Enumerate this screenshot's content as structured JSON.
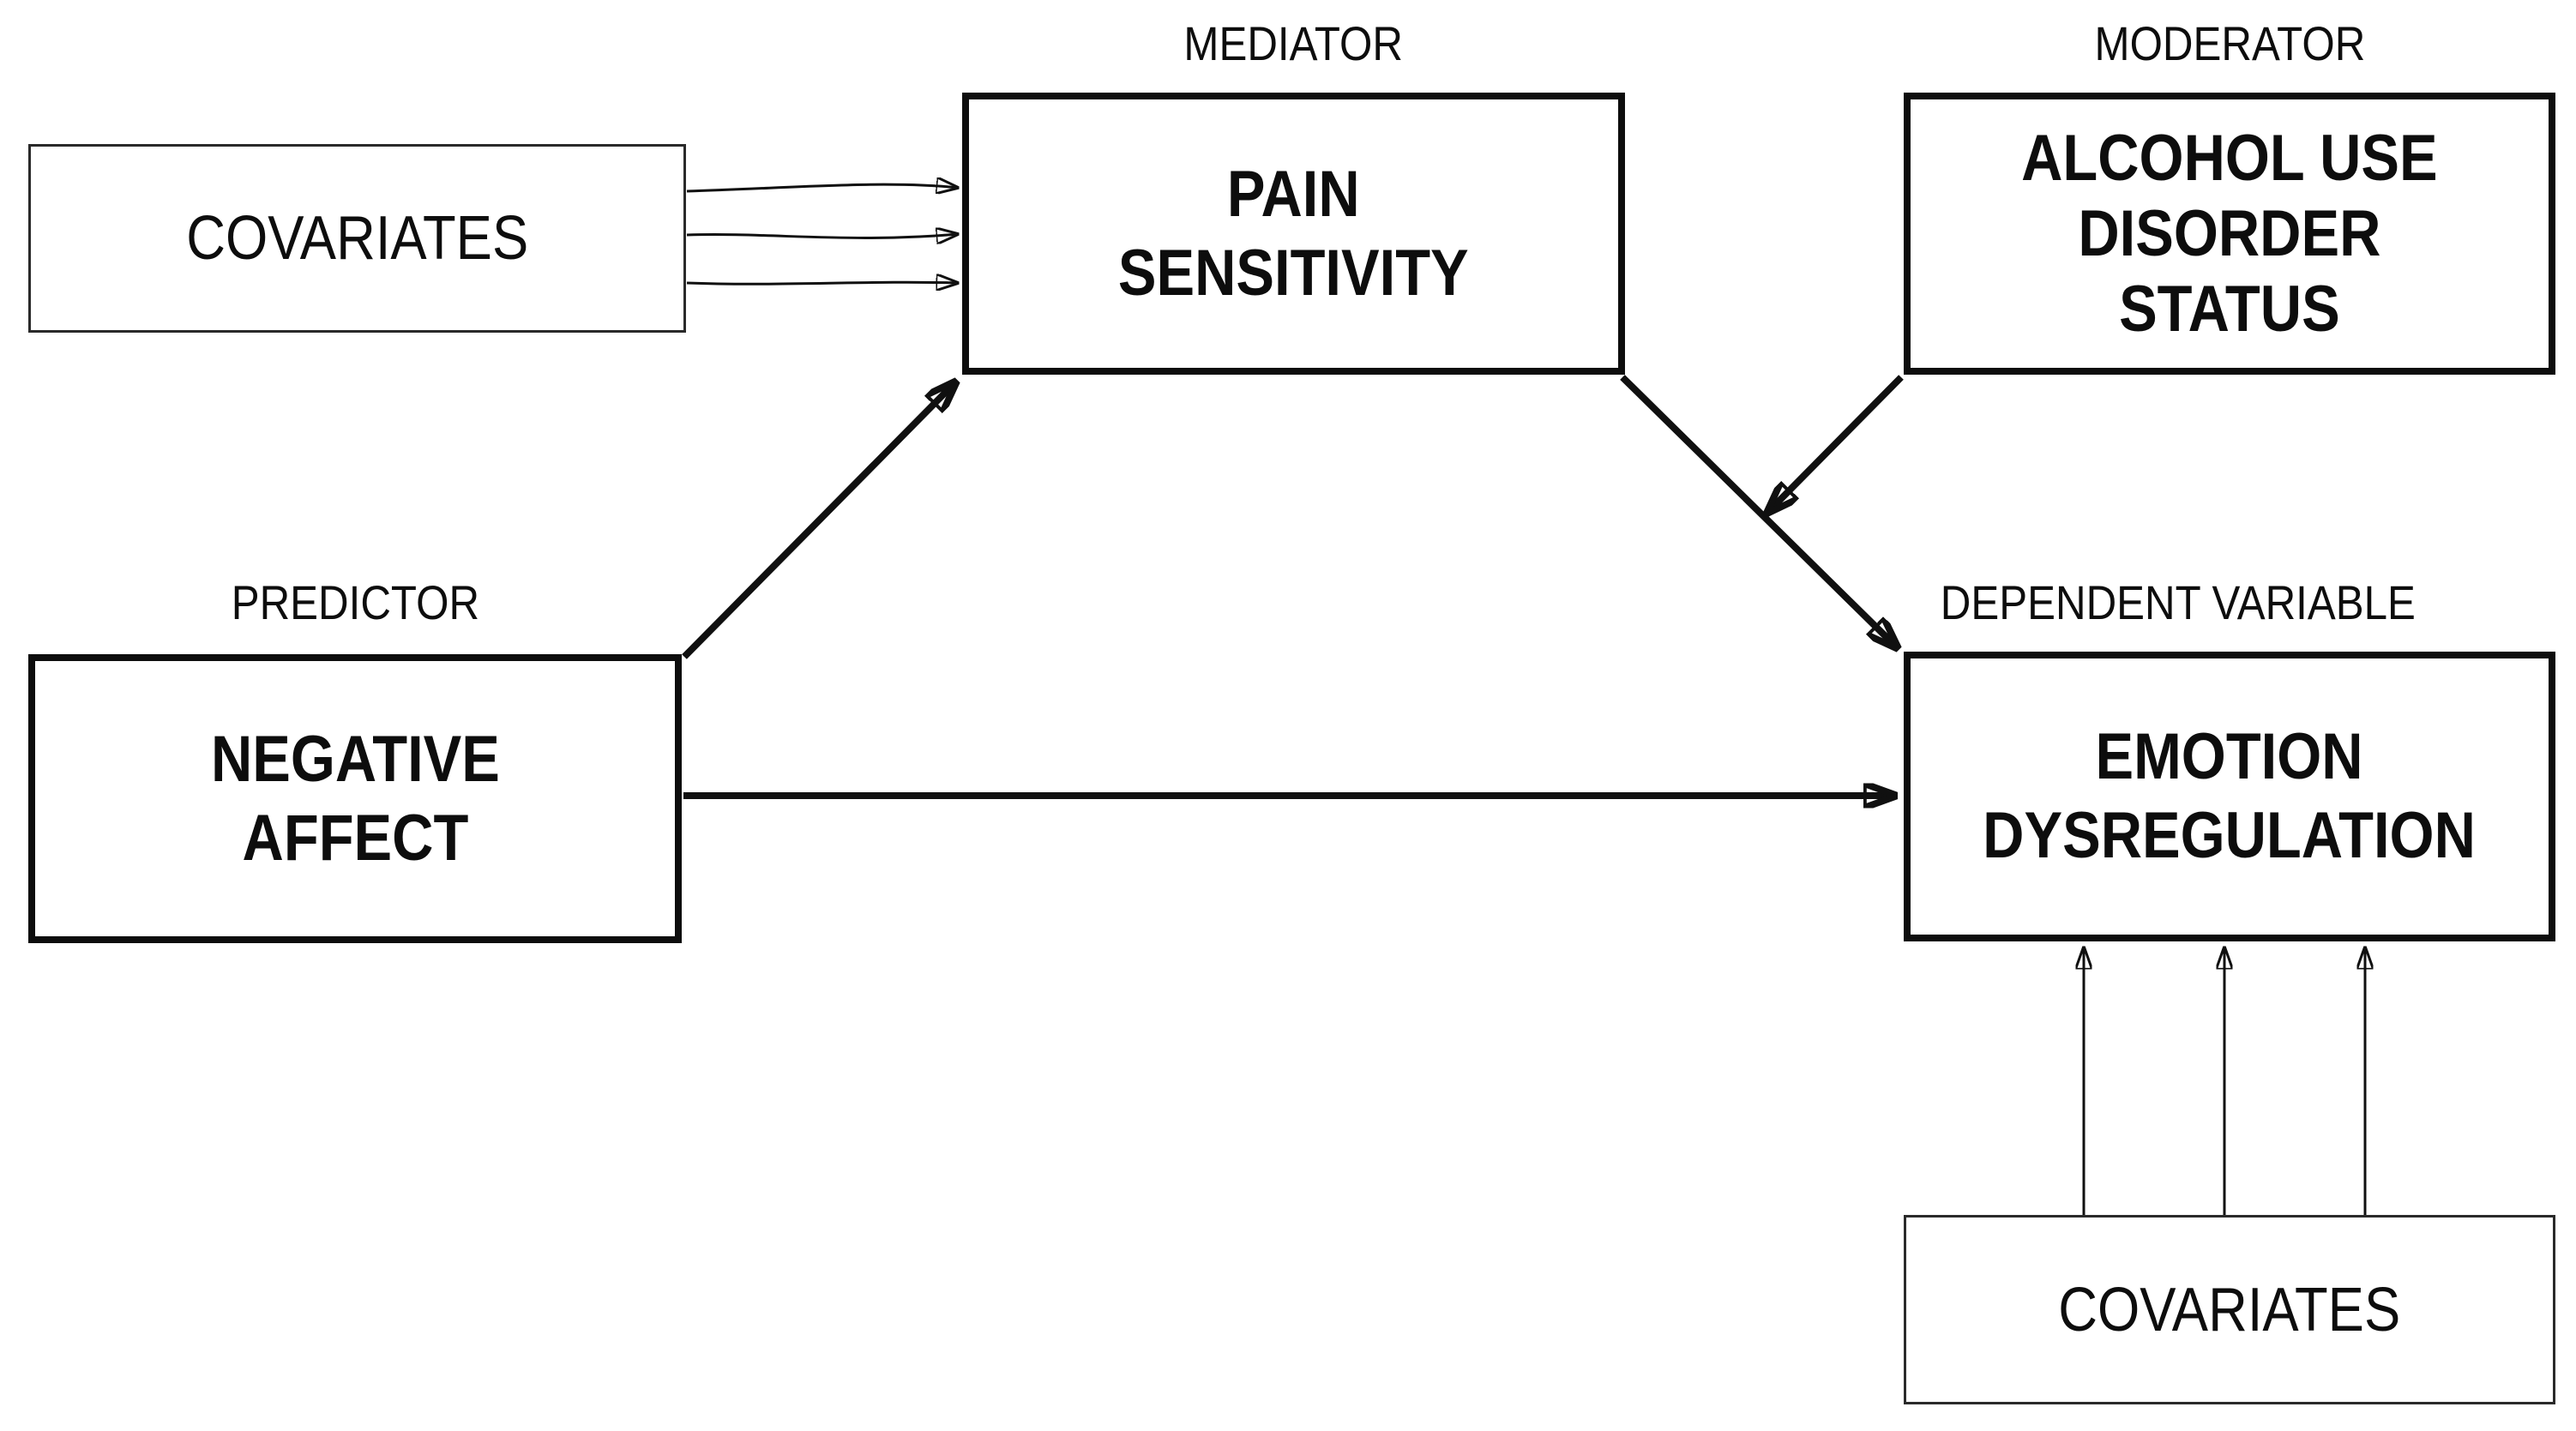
{
  "diagram": {
    "type": "moderated-mediation-path-model",
    "colors": {
      "ink": "#0d0d0d",
      "background": "#ffffff"
    },
    "nodes": {
      "covariates_top": {
        "label": "COVARIATES",
        "border": "thin"
      },
      "mediator": {
        "tag": "MEDIATOR",
        "line1": "PAIN",
        "line2": "SENSITIVITY",
        "border": "thick"
      },
      "moderator": {
        "tag": "MODERATOR",
        "line1": "ALCOHOL USE",
        "line2": "DISORDER",
        "line3": "STATUS",
        "border": "thick"
      },
      "predictor": {
        "tag": "PREDICTOR",
        "line1": "NEGATIVE",
        "line2": "AFFECT",
        "border": "thick"
      },
      "dependent": {
        "tag": "DEPENDENT VARIABLE",
        "line1": "EMOTION",
        "line2": "DYSREGULATION",
        "border": "thick"
      },
      "covariates_bottom": {
        "label": "COVARIATES",
        "border": "thin"
      }
    },
    "edges": [
      {
        "id": "covariates-top-to-mediator-1",
        "from": "covariates_top",
        "to": "mediator",
        "weight": "thin",
        "head": "arrow"
      },
      {
        "id": "covariates-top-to-mediator-2",
        "from": "covariates_top",
        "to": "mediator",
        "weight": "thin",
        "head": "arrow"
      },
      {
        "id": "covariates-top-to-mediator-3",
        "from": "covariates_top",
        "to": "mediator",
        "weight": "thin",
        "head": "arrow"
      },
      {
        "id": "predictor-to-mediator",
        "from": "predictor",
        "to": "mediator",
        "weight": "thick",
        "head": "arrow"
      },
      {
        "id": "predictor-to-dependent",
        "from": "predictor",
        "to": "dependent",
        "weight": "thick",
        "head": "arrow"
      },
      {
        "id": "mediator-to-dependent",
        "from": "mediator",
        "to": "dependent",
        "weight": "thick",
        "head": "arrow"
      },
      {
        "id": "moderator-to-mediation-path",
        "from": "moderator",
        "to": "mediator-to-dependent-edge",
        "weight": "thick",
        "head": "arrow"
      },
      {
        "id": "covariates-bottom-to-dependent-1",
        "from": "covariates_bottom",
        "to": "dependent",
        "weight": "thin",
        "head": "arrow"
      },
      {
        "id": "covariates-bottom-to-dependent-2",
        "from": "covariates_bottom",
        "to": "dependent",
        "weight": "thin",
        "head": "arrow"
      },
      {
        "id": "covariates-bottom-to-dependent-3",
        "from": "covariates_bottom",
        "to": "dependent",
        "weight": "thin",
        "head": "arrow"
      }
    ]
  }
}
